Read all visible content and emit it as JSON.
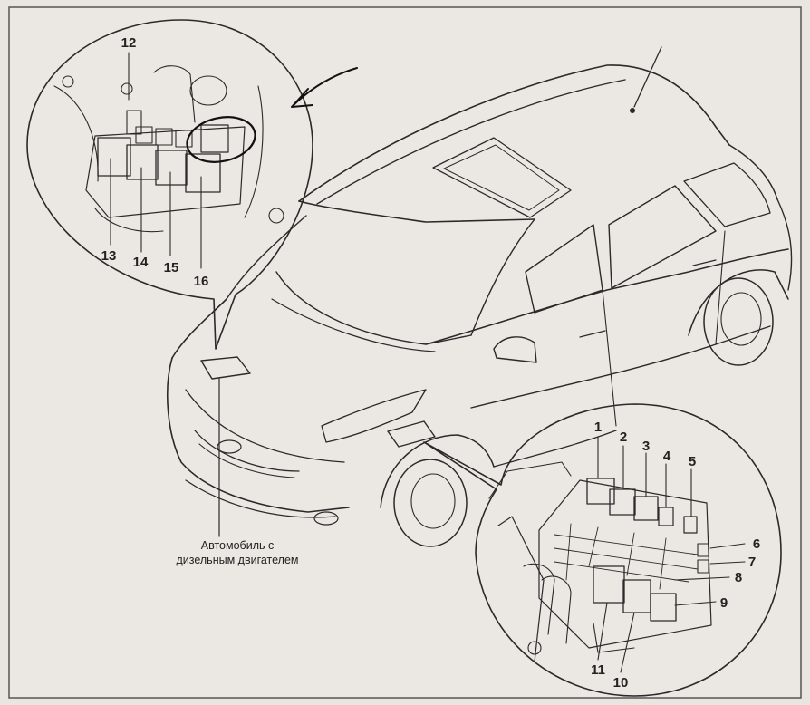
{
  "caption": {
    "line1": "Автомобиль с",
    "line2": "дизельным двигателем"
  },
  "callouts_upper": [
    "12",
    "13",
    "14",
    "15",
    "16"
  ],
  "callouts_lower": [
    "1",
    "2",
    "3",
    "4",
    "5",
    "6",
    "7",
    "8",
    "9",
    "10",
    "11"
  ]
}
